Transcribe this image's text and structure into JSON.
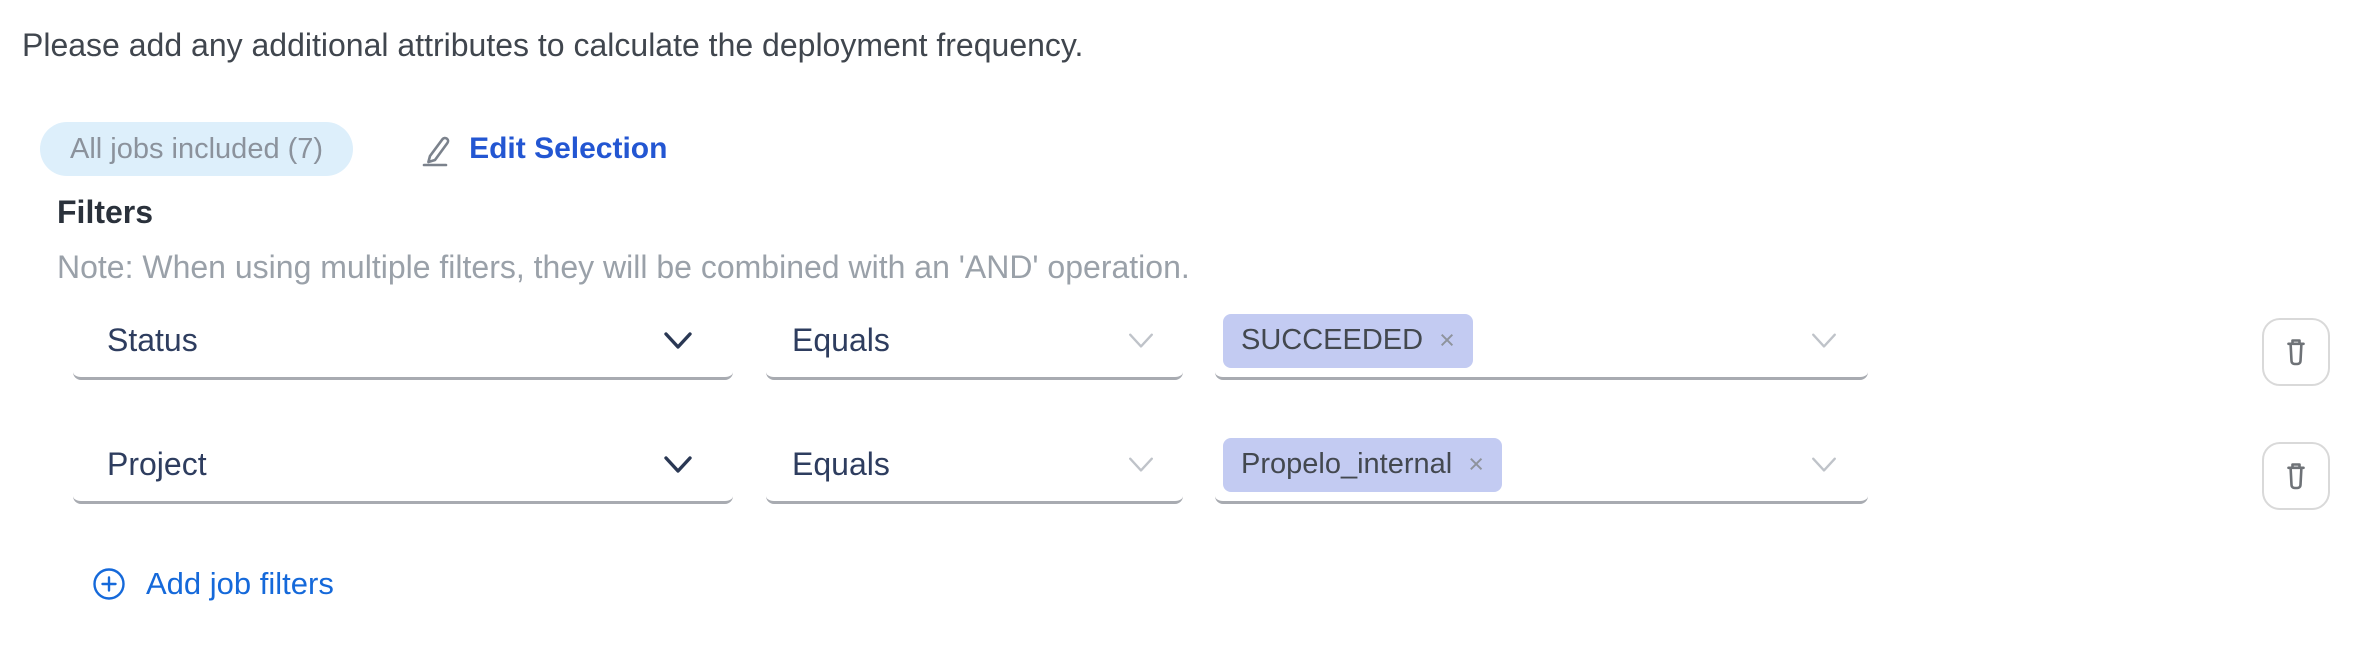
{
  "intro": {
    "text": "Please add any additional attributes to calculate the deployment frequency."
  },
  "jobs": {
    "badge_label": "All jobs included (7)",
    "edit_label": "Edit Selection"
  },
  "filters": {
    "heading": "Filters",
    "note": "Note: When using multiple filters, they will be combined with an 'AND' operation.",
    "rows": [
      {
        "attribute": "Status",
        "operator": "Equals",
        "values": [
          {
            "label": "SUCCEEDED"
          }
        ]
      },
      {
        "attribute": "Project",
        "operator": "Equals",
        "values": [
          {
            "label": "Propelo_internal"
          }
        ]
      }
    ],
    "add_label": "Add job filters"
  },
  "icons": {
    "remove": "×"
  },
  "colors": {
    "link_blue": "#2356d2",
    "add_blue": "#1569da",
    "pill_bg": "#ddeffb",
    "pill_text": "#8b929c",
    "chip_bg": "#c3cbf2",
    "select_text": "#2e3d5f",
    "underline_gray": "#a8abb1"
  }
}
